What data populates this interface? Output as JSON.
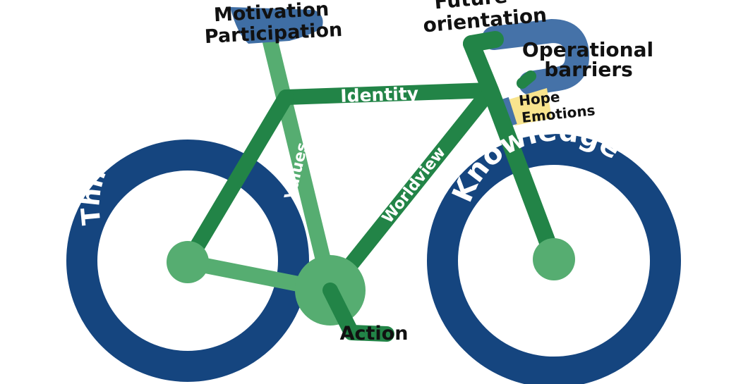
{
  "labels": {
    "motivation": "Motivation",
    "participation": "Participation",
    "future": "Future",
    "orientation": "orientation",
    "operational": "Operational",
    "barriers": "barriers",
    "hope": "Hope",
    "emotions": "Emotions",
    "identity": "Identity",
    "values": "Values",
    "worldview": "Worldview",
    "thinking_skills": "Thinking skills",
    "knowledge": "Knowledge",
    "action": "Action"
  },
  "colors": {
    "wheel": "#15457f",
    "frame_dark": "#228447",
    "frame_light": "#56ad71",
    "saddle": "#3f6ea4",
    "handlebar": "#4572a8",
    "emotions_patch": "#f8e48e",
    "text_dark": "#111111",
    "text_light": "#ffffff"
  }
}
